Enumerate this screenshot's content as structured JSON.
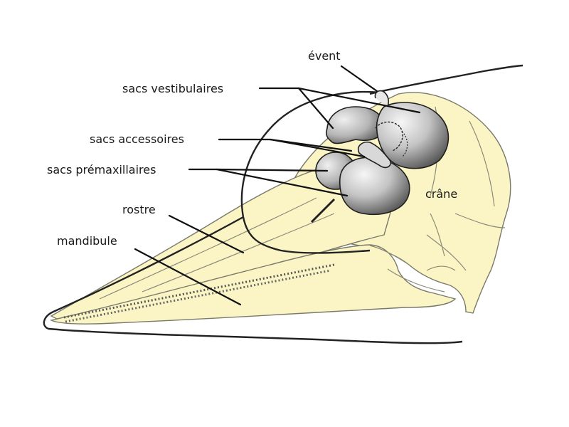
{
  "labels": {
    "event": "évent",
    "sacs_vestibulaires": "sacs vestibulaires",
    "sacs_accessoires": "sacs accessoires",
    "sacs_premaxillaires": "sacs prémaxillaires",
    "rostre": "rostre",
    "mandibule": "mandibule",
    "crane": "crâne"
  },
  "colors": {
    "bone": "#fbf5c6",
    "outline": "#222222",
    "sac_light": "#f2f2f2",
    "sac_dark": "#4a4a4a"
  }
}
